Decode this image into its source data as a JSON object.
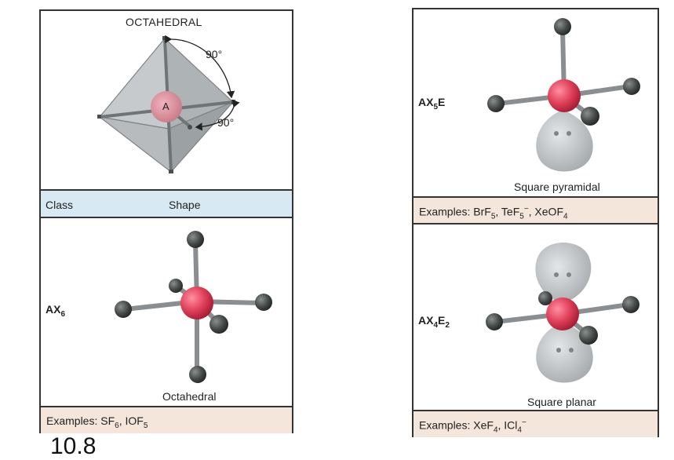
{
  "octahedral_panel": {
    "title": "OCTAHEDRAL",
    "center_atom": "A",
    "angle_top": "90°",
    "angle_bottom": "90°"
  },
  "header_band": {
    "class_label": "Class",
    "shape_label": "Shape"
  },
  "ax6": {
    "class_prefix": "AX",
    "class_sub": "6",
    "shape_name": "Octahedral",
    "examples_prefix": "Examples: SF",
    "ex1_sub": "6",
    "ex_sep": ", IOF",
    "ex2_sub": "5"
  },
  "ax5e": {
    "class_prefix": "AX",
    "class_sub": "5",
    "class_suffix": "E",
    "shape_name": "Square pyramidal",
    "examples_prefix": "Examples: BrF",
    "ex1_sub": "5",
    "ex_sep1": ", TeF",
    "ex2_sub": "5",
    "ex2_sup": "−",
    "ex_sep2": ", XeOF",
    "ex3_sub": "4"
  },
  "ax4e2": {
    "class_prefix": "AX",
    "class_sub1": "4",
    "class_mid": "E",
    "class_sub2": "2",
    "shape_name": "Square planar",
    "examples_prefix": "Examples: XeF",
    "ex1_sub": "4",
    "ex_sep": ", ICl",
    "ex2_sub": "4",
    "ex2_sup": "−"
  },
  "bottom_fragment": "10.8",
  "colors": {
    "central_atom": "#e0405a",
    "outer_atom": "#454a48",
    "bond": "#8a8e90",
    "lone_pair_lobe": "#bfc3c6",
    "class_band": "#d7e9f3",
    "examples_band": "#f4e6da"
  }
}
